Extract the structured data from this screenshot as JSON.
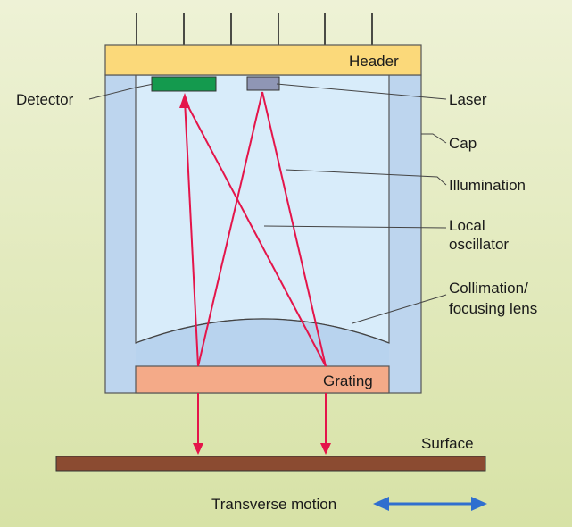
{
  "labels": {
    "header": "Header",
    "detector": "Detector",
    "laser": "Laser",
    "cap": "Cap",
    "illumination": "Illumination",
    "local_oscillator_line1": "Local",
    "local_oscillator_line2": "oscillator",
    "lens_line1": "Collimation/",
    "lens_line2": "focusing lens",
    "grating": "Grating",
    "surface": "Surface",
    "motion": "Transverse motion"
  },
  "colors": {
    "background_top": "#eef2d6",
    "background_bottom": "#d7e2a6",
    "header_fill": "#fbd97a",
    "cap_fill": "#bdd5ee",
    "cavity_fill": "#d8ecfa",
    "lens_fill": "#b8d3ee",
    "detector_fill": "#149a4e",
    "laser_fill": "#8f96b5",
    "grating_fill": "#f4aa88",
    "surface_fill": "#8b4b31",
    "beam": "#e4154a",
    "motion_arrow": "#2f6fcf",
    "leader_line": "#444444"
  },
  "icons": {
    "motion": "double-arrow-icon"
  }
}
